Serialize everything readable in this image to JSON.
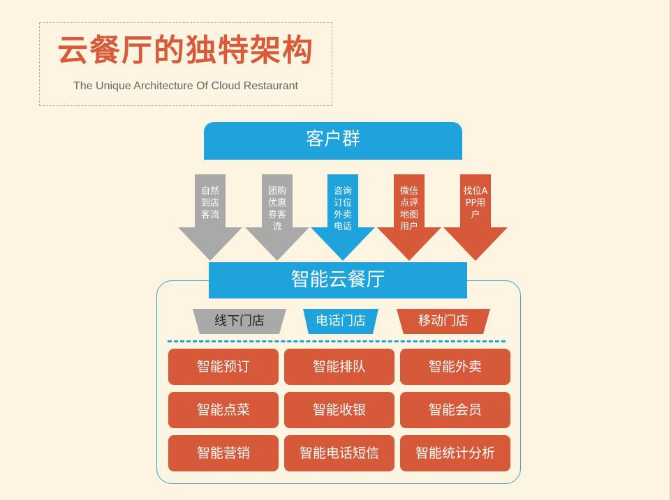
{
  "header": {
    "title": "云餐厅的独特架构",
    "subtitle": "The Unique Architecture Of Cloud Restaurant"
  },
  "customer_group": "客户群",
  "channels": [
    {
      "label": "自然到店客流",
      "color": "#a9a9a9"
    },
    {
      "label": "团购优惠券客流",
      "color": "#a9a9a9"
    },
    {
      "label": "咨询订位外卖电话",
      "color": "#1fa3dd"
    },
    {
      "label": "微信点评地图用户",
      "color": "#d65a3a"
    },
    {
      "label": "找位APP用户",
      "color": "#d65a3a"
    }
  ],
  "smart_restaurant": "智能云餐厅",
  "stores": [
    {
      "label": "线下门店",
      "fill": "#a9a9a9",
      "text_color": "#222222"
    },
    {
      "label": "电话门店",
      "fill": "#1fa3dd",
      "text_color": "#ffffff"
    },
    {
      "label": "移动门店",
      "fill": "#d65a3a",
      "text_color": "#ffffff"
    }
  ],
  "features": [
    "智能预订",
    "智能排队",
    "智能外卖",
    "智能点菜",
    "智能收银",
    "智能会员",
    "智能营销",
    "智能电话短信",
    "智能统计分析"
  ],
  "colors": {
    "background": "#fdf4e1",
    "title": "#d95a38",
    "blue": "#1fa3dd",
    "orange": "#d65a3a",
    "gray": "#a9a9a9"
  }
}
